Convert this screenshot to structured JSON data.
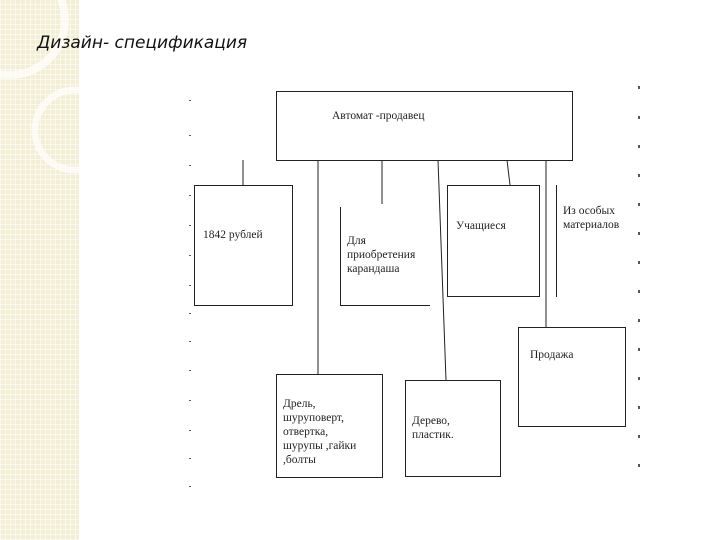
{
  "slide": {
    "title": "Дизайн- спецификация"
  },
  "diagram": {
    "root": "Автомат -продавец",
    "price": "1842 рублей",
    "purpose": "Для\nприобретения\nкарандаша",
    "user": "Учащиеся",
    "material_spec": "Из особых\nматериалов",
    "tools": "Дрель,\nшуруповерт,\nотвертка,\nшурупы ,гайки\n,болты",
    "materials": "Дерево,\nпластик.",
    "sale": "Продажа"
  },
  "colors": {
    "band": "#f3efd4",
    "lines": "#222222"
  }
}
